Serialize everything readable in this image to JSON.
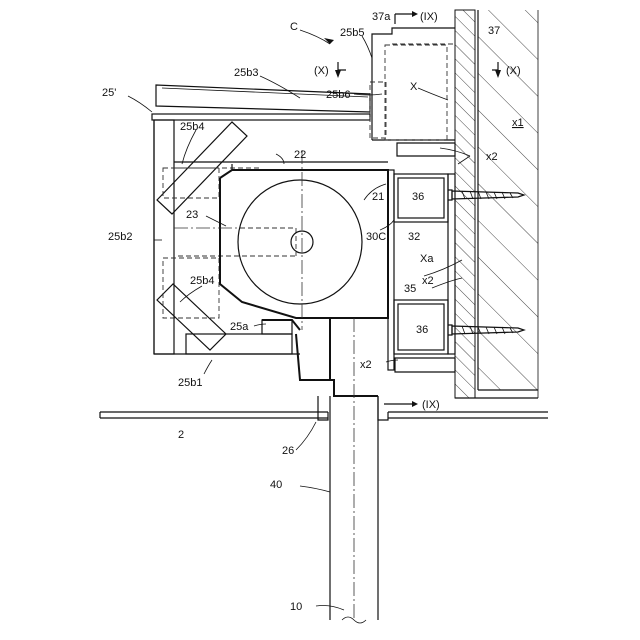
{
  "labels": {
    "C": "C",
    "l37a": "37a",
    "IX_top": "(IX)",
    "l37": "37",
    "X_left": "(X)",
    "X_right": "(X)",
    "l25b5": "25b5",
    "l25b3": "25b3",
    "l25b6": "25b6",
    "X": "X",
    "l25prime": "25'",
    "lx1": "x1",
    "l25b4_top": "25b4",
    "l22": "22",
    "lx2_top": "x2",
    "l21": "21",
    "l36_top": "36",
    "l23": "23",
    "l30C": "30C",
    "l32": "32",
    "l25b2": "25b2",
    "lXa": "Xa",
    "lx2_mid": "x2",
    "l25b4_bot": "25b4",
    "l35": "35",
    "l25a": "25a",
    "l36_bot": "36",
    "lx2_bot": "x2",
    "l25b1": "25b1",
    "IX_bottom": "(IX)",
    "l2": "2",
    "l26": "26",
    "l40": "40",
    "l10": "10"
  }
}
